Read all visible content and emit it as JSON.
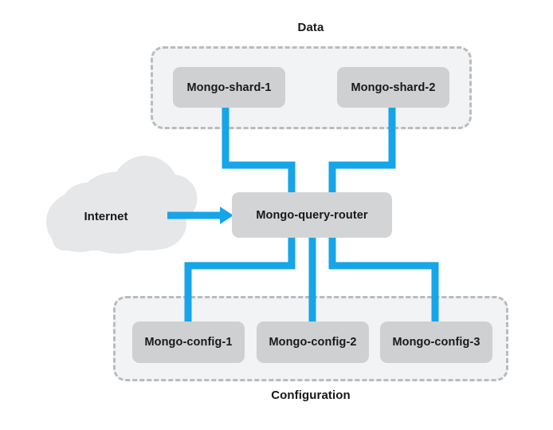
{
  "diagram": {
    "title_data": "Data",
    "title_configuration": "Configuration",
    "cloud_label": "Internet",
    "colors": {
      "connector_blue": "#16a5e8",
      "node_fill": "#cfd0d1",
      "group_fill": "#f2f3f4",
      "group_border": "#b9bbbd",
      "cloud_fill": "#e6e7e8",
      "text": "#16181a",
      "background": "#ffffff"
    },
    "groups": [
      {
        "id": "data",
        "label": "Data",
        "label_position": "top",
        "nodes": [
          {
            "id": "mongo-shard-1",
            "label": "Mongo-shard-1"
          },
          {
            "id": "mongo-shard-2",
            "label": "Mongo-shard-2"
          }
        ]
      },
      {
        "id": "configuration",
        "label": "Configuration",
        "label_position": "bottom",
        "nodes": [
          {
            "id": "mongo-config-1",
            "label": "Mongo-config-1"
          },
          {
            "id": "mongo-config-2",
            "label": "Mongo-config-2"
          },
          {
            "id": "mongo-config-3",
            "label": "Mongo-config-3"
          }
        ]
      }
    ],
    "router": {
      "id": "mongo-query-router",
      "label": "Mongo-query-router"
    },
    "cloud": {
      "id": "internet-cloud",
      "label": "Internet"
    },
    "connections": [
      {
        "from": "Mongo-shard-1",
        "to": "Mongo-query-router",
        "style": "orthogonal"
      },
      {
        "from": "Mongo-shard-2",
        "to": "Mongo-query-router",
        "style": "orthogonal"
      },
      {
        "from": "Internet",
        "to": "Mongo-query-router",
        "style": "arrow"
      },
      {
        "from": "Mongo-query-router",
        "to": "Mongo-config-1",
        "style": "orthogonal"
      },
      {
        "from": "Mongo-query-router",
        "to": "Mongo-config-2",
        "style": "straight"
      },
      {
        "from": "Mongo-query-router",
        "to": "Mongo-config-3",
        "style": "orthogonal"
      }
    ]
  }
}
